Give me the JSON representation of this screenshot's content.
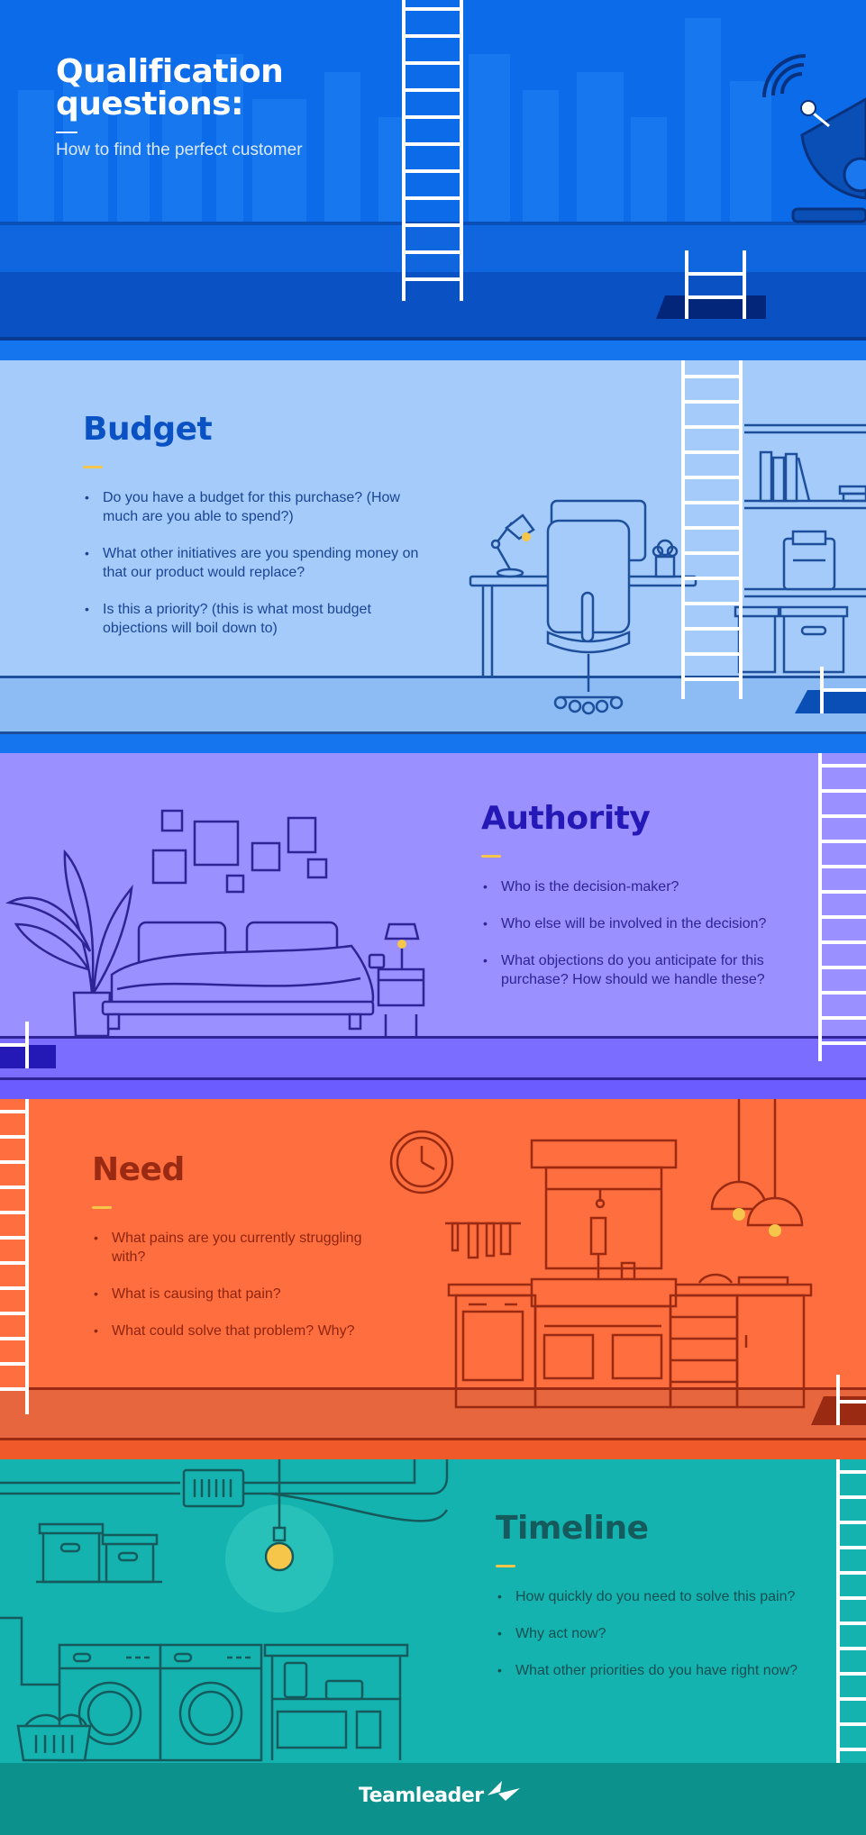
{
  "hero": {
    "title_line1": "Qualification",
    "title_line2": "questions:",
    "subtitle": "How to find the perfect customer"
  },
  "sections": {
    "budget": {
      "title": "Budget",
      "questions": [
        "Do you have a budget for this purchase? (How much are you able to spend?)",
        "What other initiatives are you spending money on that our product would replace?",
        "Is this a priority? (this is what most budget objections will boil down to)"
      ]
    },
    "authority": {
      "title": "Authority",
      "questions": [
        "Who is the decision-maker?",
        "Who else will be involved in the decision?",
        "What objections do you anticipate for this purchase? How should we handle these?"
      ]
    },
    "need": {
      "title": "Need",
      "questions": [
        "What pains are you currently struggling with?",
        "What is causing that pain?",
        "What could solve that problem? Why?"
      ]
    },
    "timeline": {
      "title": "Timeline",
      "questions": [
        "How quickly do you need to solve this pain?",
        "Why act now?",
        "What other priorities do you have right now?"
      ]
    }
  },
  "footer": {
    "brand": "Teamleader"
  },
  "colors": {
    "hero_bg": "#0b6be8",
    "budget_bg": "#a4cbf9",
    "authority_bg": "#9a90ff",
    "need_bg": "#ff6e3e",
    "timeline_bg": "#14b3af",
    "accent": "#f6c64a"
  }
}
